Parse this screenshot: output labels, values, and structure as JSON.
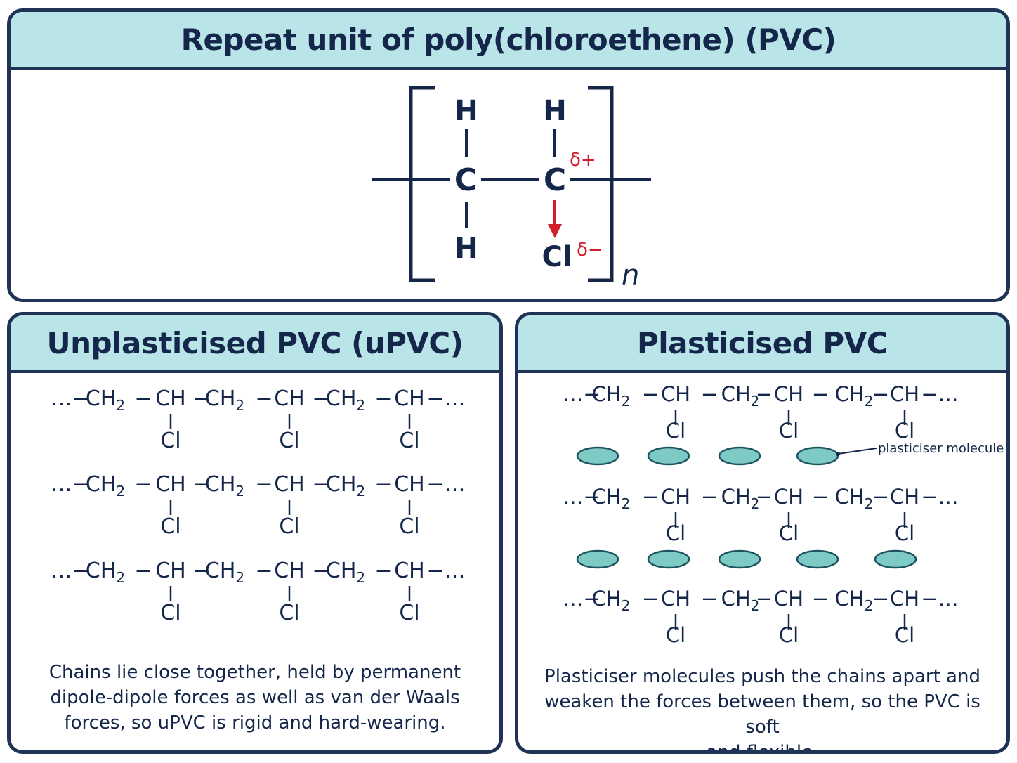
{
  "top_panel": {
    "title": "Repeat unit of poly(chloroethene) (PVC)",
    "atoms": {
      "h_top_left": "H",
      "h_top_right": "H",
      "c_left": "C",
      "c_right": "C",
      "h_bottom": "H",
      "cl": "Cl"
    },
    "delta_plus": "δ+",
    "delta_minus": "δ−",
    "subscript": "n"
  },
  "left_panel": {
    "title": "Unplasticised PVC (uPVC)",
    "chain_groups": [
      "…−",
      "CH",
      "−",
      "CH",
      "−",
      "CH",
      "−",
      "CH",
      "−",
      "CH",
      "−",
      "CH",
      "−…"
    ],
    "sub": "2",
    "cl": "Cl",
    "caption_lines": [
      "Chains lie close together, held by permanent",
      "dipole-dipole forces as well as van der Waals",
      "forces, so uPVC is rigid and hard-wearing."
    ]
  },
  "right_panel": {
    "title": "Plasticised PVC",
    "plasticiser_label": "plasticiser molecule",
    "caption_lines": [
      "Plasticiser molecules push the chains apart and",
      "weaken the forces between them, so the PVC is soft",
      "and flexible."
    ]
  },
  "colors": {
    "header_bg": "#b9e4e8",
    "border": "#1e3356",
    "text": "#14274a",
    "dipole_red": "#d01f2a",
    "plasticiser_fill": "#7ecbc6",
    "plasticiser_stroke": "#1e5560"
  }
}
